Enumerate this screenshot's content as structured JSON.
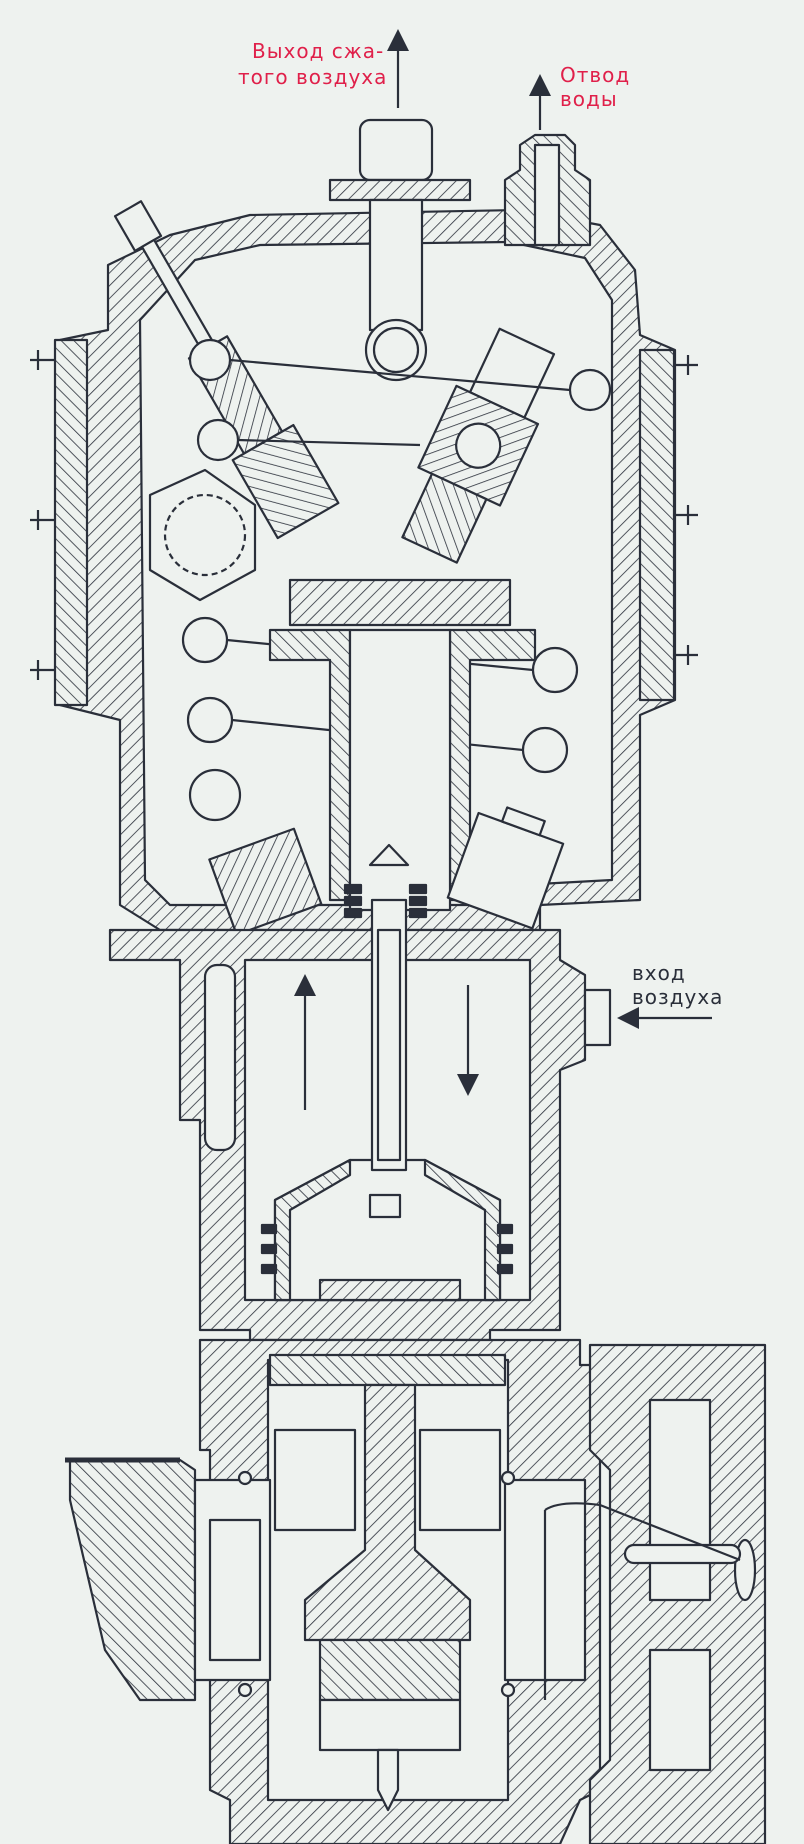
{
  "labels": {
    "air_out_line1": "Выход сжа-",
    "air_out_line2": "того воздуха",
    "water_out_line1": "Отвод",
    "water_out_line2": "воды",
    "air_in_line1": "вход",
    "air_in_line2": "воздуха"
  },
  "colors": {
    "background": "#eef2ef",
    "line": "#2a2f3a",
    "label_red": "#e0204a",
    "label_dark": "#2a2f3a"
  }
}
